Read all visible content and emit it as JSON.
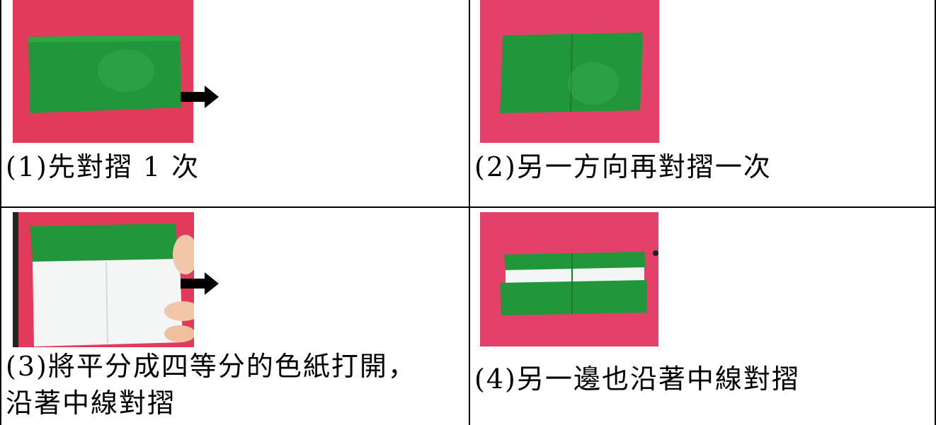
{
  "steps": [
    {
      "caption": "(1)先對摺 1 次"
    },
    {
      "caption": "(2)另一方向再對摺一次"
    },
    {
      "caption": "(3)將平分成四等分的色紙打開，",
      "caption_line2": "沿著中線對摺"
    },
    {
      "caption": "(4)另一邊也沿著中線對摺"
    }
  ],
  "colors": {
    "background": "#e53e5c",
    "paper_green": "#22963a",
    "paper_white": "#f4f5f5",
    "border": "#000000"
  }
}
